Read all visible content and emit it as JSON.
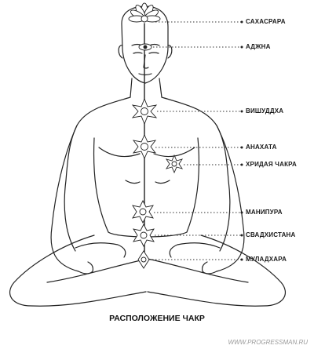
{
  "figure": {
    "title": "РАСПОЛОЖЕНИЕ ЧАКР",
    "watermark": "WWW.PROGRESSMAN.RU"
  },
  "chakras": [
    {
      "label": "САХАСРАРА",
      "icon": "lotus-icon"
    },
    {
      "label": "АДЖНА",
      "icon": "third-eye-icon"
    },
    {
      "label": "ВИШУДДХА",
      "icon": "lotus-icon"
    },
    {
      "label": "АНАХАТА",
      "icon": "lotus-icon"
    },
    {
      "label": "ХРИДАЯ ЧАКРА",
      "icon": "lotus-icon"
    },
    {
      "label": "МАНИПУРА",
      "icon": "lotus-icon"
    },
    {
      "label": "СВАДХИСТАНА",
      "icon": "lotus-icon"
    },
    {
      "label": "МУЛАДХАРА",
      "icon": "lotus-icon"
    }
  ],
  "colors": {
    "line": "#222222",
    "watermark": "#9a9a9a"
  }
}
